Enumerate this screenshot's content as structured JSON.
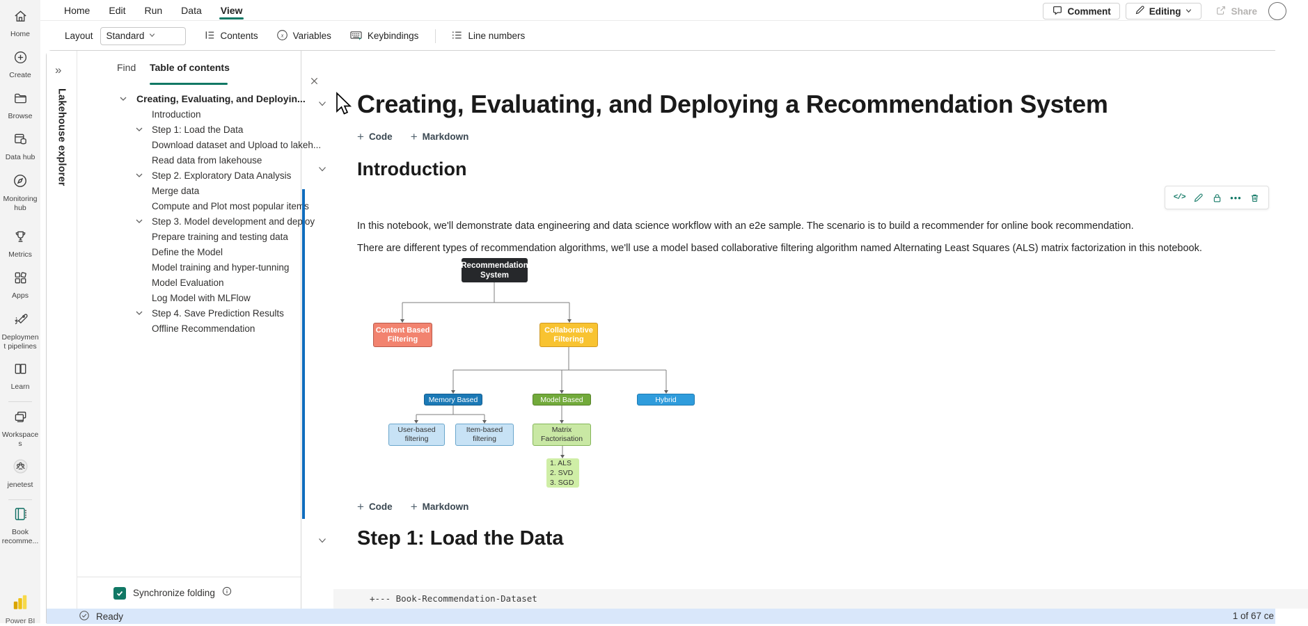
{
  "menu_bar": {
    "items": [
      "Home",
      "Edit",
      "Run",
      "Data",
      "View"
    ],
    "active": "View",
    "comment_label": "Comment",
    "editing_label": "Editing",
    "share_label": "Share"
  },
  "toolbar": {
    "layout_label": "Layout",
    "layout_value": "Standard",
    "contents_label": "Contents",
    "variables_label": "Variables",
    "keybindings_label": "Keybindings",
    "line_numbers_label": "Line numbers"
  },
  "rail": {
    "items": [
      {
        "label": "Home"
      },
      {
        "label": "Create"
      },
      {
        "label": "Browse"
      },
      {
        "label": "Data hub"
      },
      {
        "label": "Monitoring hub"
      },
      {
        "label": "Metrics"
      },
      {
        "label": "Apps"
      },
      {
        "label": "Deployment pipelines"
      },
      {
        "label": "Learn"
      },
      {
        "label": "Workspaces"
      },
      {
        "label": "jenetest"
      },
      {
        "label": "Book recomme..."
      }
    ],
    "brand": "Power BI"
  },
  "explorer": {
    "vertical_label": "Lakehouse explorer",
    "expand_glyph": "»"
  },
  "toc": {
    "tabs": {
      "find": "Find",
      "contents": "Table of contents"
    },
    "items": [
      {
        "label": "Creating, Evaluating, and Deployin..."
      },
      {
        "label": "Introduction"
      },
      {
        "label": "Step 1: Load the Data"
      },
      {
        "label": "Download dataset and Upload to lakeh..."
      },
      {
        "label": "Read data from lakehouse"
      },
      {
        "label": "Step 2. Exploratory Data Analysis"
      },
      {
        "label": "Merge data"
      },
      {
        "label": "Compute and Plot most popular items"
      },
      {
        "label": "Step 3. Model development and deploy"
      },
      {
        "label": "Prepare training and testing data"
      },
      {
        "label": "Define the Model"
      },
      {
        "label": "Model training and hyper-tunning"
      },
      {
        "label": "Model Evaluation"
      },
      {
        "label": "Log Model with MLFlow"
      },
      {
        "label": "Step 4. Save Prediction Results"
      },
      {
        "label": "Offline Recommendation"
      }
    ],
    "footer": {
      "sync_label": "Synchronize folding"
    }
  },
  "notebook": {
    "title": "Creating, Evaluating, and Deploying a Recommendation System",
    "add_code": "Code",
    "add_markdown": "Markdown",
    "intro_heading": "Introduction",
    "p1": "In this notebook, we'll demonstrate data engineering and data science workflow with an e2e sample. The scenario is to build a recommender for online book recommendation.",
    "p2": "There are different types of recommendation algorithms, we'll use a model based collaborative filtering algorithm named Alternating Least Squares (ALS) matrix factorization in this notebook.",
    "step1_heading": "Step 1: Load the Data",
    "code_preview": "+--- Book-Recommendation-Dataset"
  },
  "diagram": {
    "root": "Recommendation\nSystem",
    "content_based": "Content Based\nFiltering",
    "collaborative": "Collaborative\nFiltering",
    "memory_based": "Memory Based",
    "model_based": "Model Based",
    "hybrid": "Hybrid",
    "user_based": "User-based\nfiltering",
    "item_based": "Item-based\nfiltering",
    "matrix_fact": "Matrix\nFactorisation",
    "algorithms": "1. ALS\n2. SVD\n3. SGD",
    "colors": {
      "root_bg": "#26282b",
      "content_bg": "#f2836f",
      "collab_bg": "#f8c331",
      "memory_bg": "#1b79b6",
      "model_bg": "#72aa3b",
      "hybrid_bg": "#2f9cdc",
      "light_blue_bg": "#c7e2f5",
      "light_green_bg": "#c9e8a4",
      "als_bg": "#cfeea6",
      "accent_teal": "#117865",
      "scroll_blue": "#0f6cbd"
    }
  },
  "status_bar": {
    "ready": "Ready",
    "cell_counter": "1 of 67 ce"
  }
}
